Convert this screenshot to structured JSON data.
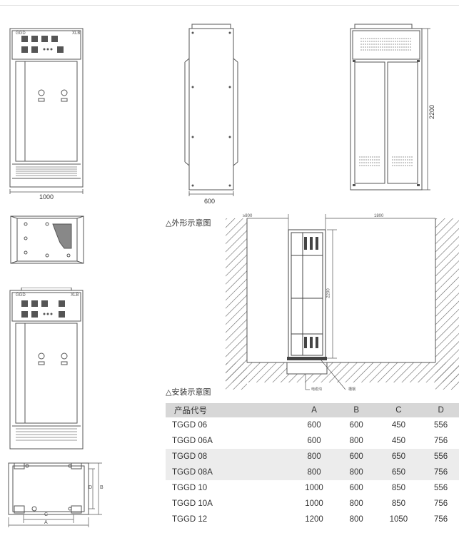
{
  "labels": {
    "cabinet_ggd": "GGD",
    "cabinet_xlb": "XLB",
    "front_width_dim": "1000",
    "side_depth_dim": "600",
    "height_dim": "2200",
    "install_left_dim": "≥800",
    "install_right_dim": "1800",
    "install_height_dim": "2200",
    "cable_trench": "电缆沟",
    "channel_steel": "槽钢",
    "plan_a": "A",
    "plan_b": "B",
    "plan_c": "C",
    "plan_d": "D"
  },
  "captions": {
    "outline": "△外形示意图",
    "install": "△安装示意图"
  },
  "table": {
    "headers": [
      "产品代号",
      "A",
      "B",
      "C",
      "D"
    ],
    "rows": [
      {
        "model": "TGGD   06",
        "a": "600",
        "b": "600",
        "c": "450",
        "d": "556"
      },
      {
        "model": "TGGD   06A",
        "a": "600",
        "b": "800",
        "c": "450",
        "d": "756"
      },
      {
        "model": "TGGD   08",
        "a": "800",
        "b": "600",
        "c": "650",
        "d": "556"
      },
      {
        "model": "TGGD   08A",
        "a": "800",
        "b": "800",
        "c": "650",
        "d": "756"
      },
      {
        "model": "TGGD   10",
        "a": "1000",
        "b": "600",
        "c": "850",
        "d": "556"
      },
      {
        "model": "TGGD   10A",
        "a": "1000",
        "b": "800",
        "c": "850",
        "d": "756"
      },
      {
        "model": "TGGD   12",
        "a": "1200",
        "b": "800",
        "c": "1050",
        "d": "756"
      }
    ]
  },
  "colors": {
    "line": "#555555",
    "table_header": "#d7d7d7",
    "table_shade": "#ececec"
  }
}
